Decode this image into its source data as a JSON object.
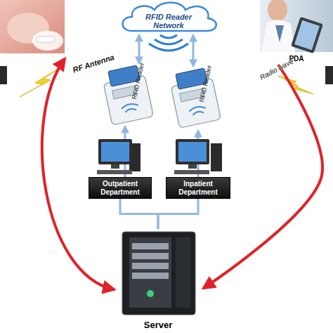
{
  "diagram": {
    "nodes": [
      {
        "text": [
          "RFID Reader Network"
        ]
      },
      {
        "text": [
          "PDA"
        ]
      },
      {
        "text": [
          "RFID Reader"
        ]
      },
      {
        "text": [
          "RFID Reader"
        ]
      },
      {
        "text": [
          "Outpatient Department"
        ]
      },
      {
        "text": [
          "Inpatient Department"
        ]
      },
      {
        "text": [
          "Server"
        ]
      }
    ],
    "edges": [
      {
        "from": 0,
        "to": 2,
        "arrow": "both"
      },
      {
        "from": 0,
        "to": 3,
        "arrow": "both"
      },
      {
        "from": 4,
        "to": 2,
        "arrow": "to"
      },
      {
        "from": 5,
        "to": 3,
        "arrow": "to"
      },
      {
        "from": 4,
        "to": 6,
        "arrow": "none"
      },
      {
        "from": 5,
        "to": 6,
        "arrow": "none"
      },
      {
        "from": 1,
        "to": 6,
        "arrow": "to"
      }
    ],
    "labels": [
      "RF Antenna",
      "Radio wave"
    ]
  }
}
